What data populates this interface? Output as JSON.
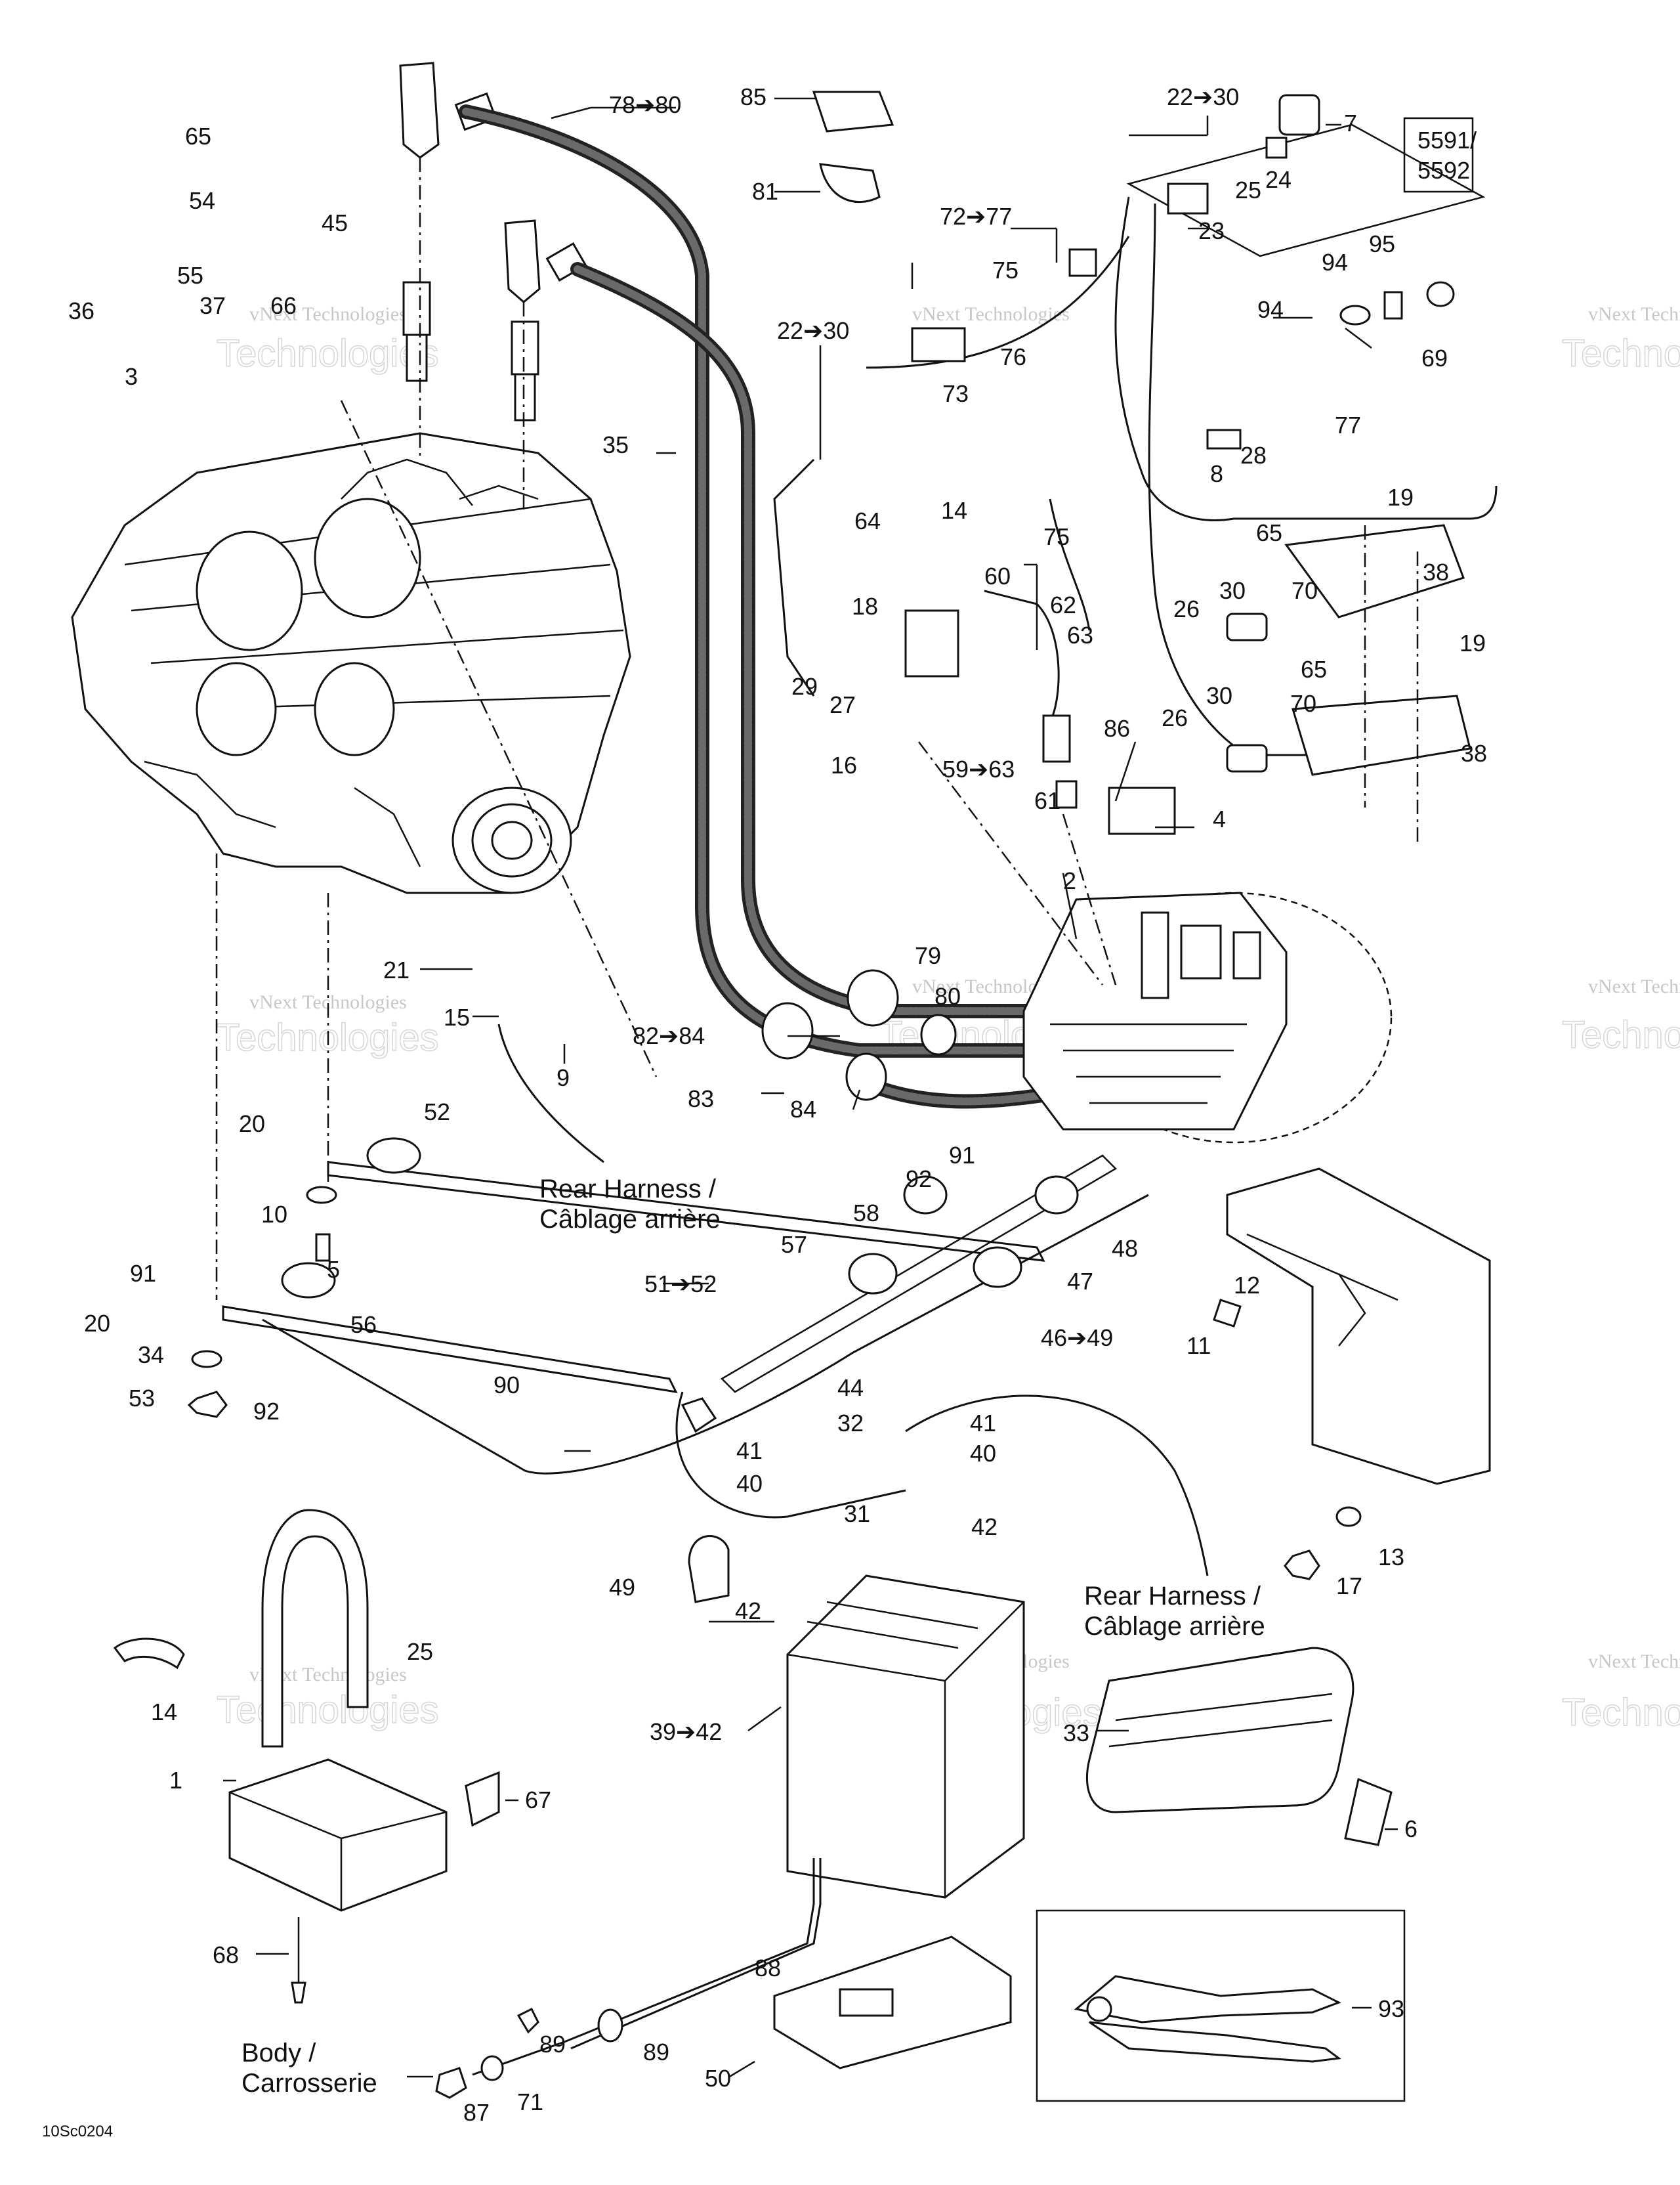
{
  "code_mark": "10Sc0204",
  "watermark": {
    "line1": "vNext Technologies",
    "line2": "Technologies"
  },
  "model_box": {
    "line1": "5591/",
    "line2": "5592"
  },
  "notes": {
    "rear_harness_1": {
      "line1": "Rear Harness /",
      "line2": "Câblage arrière"
    },
    "rear_harness_2": {
      "line1": "Rear Harness /",
      "line2": "Câblage arrière"
    },
    "body": {
      "line1": "Body /",
      "line2": "Carrosserie"
    }
  },
  "labels": {
    "l78_80": "78➔80",
    "l85": "85",
    "l22_30a": "22➔30",
    "l7": "7",
    "l81": "81",
    "l65a": "65",
    "l54": "54",
    "l45": "45",
    "l24": "24",
    "l25a": "25",
    "l23": "23",
    "l72_77": "72➔77",
    "l75a": "75",
    "l55": "55",
    "l37": "37",
    "l66": "66",
    "l36": "36",
    "l95": "95",
    "l94a": "94",
    "l94b": "94",
    "l69": "69",
    "l22_30b": "22➔30",
    "l76": "76",
    "l73": "73",
    "l3": "3",
    "l77": "77",
    "l35": "35",
    "l14a": "14",
    "l28": "28",
    "l8": "8",
    "l19a": "19",
    "l64": "64",
    "l75b": "75",
    "l65b": "65",
    "l60": "60",
    "l62": "62",
    "l30a": "30",
    "l70a": "70",
    "l38a": "38",
    "l18": "18",
    "l63": "63",
    "l26a": "26",
    "l19b": "19",
    "l29": "29",
    "l27": "27",
    "l65c": "65",
    "l30b": "30",
    "l70b": "70",
    "l86": "86",
    "l16": "16",
    "l26b": "26",
    "l38b": "38",
    "l59_63": "59➔63",
    "l61": "61",
    "l4": "4",
    "l2": "2",
    "l79": "79",
    "l21": "21",
    "l80": "80",
    "l15": "15",
    "l82_84": "82➔84",
    "l9": "9",
    "l83": "83",
    "l84": "84",
    "l52": "52",
    "l20a": "20",
    "l91a": "91",
    "l92a": "92",
    "l10": "10",
    "l58": "58",
    "l5": "5",
    "l57": "57",
    "l48": "48",
    "l51_52": "51➔52",
    "l47": "47",
    "l91b": "91",
    "l12": "12",
    "l20b": "20",
    "l56": "56",
    "l46_49": "46➔49",
    "l34": "34",
    "l11": "11",
    "l53": "53",
    "l92b": "92",
    "l90": "90",
    "l44": "44",
    "l32": "32",
    "l41a": "41",
    "l40a": "40",
    "l41b": "41",
    "l40b": "40",
    "l31": "31",
    "l42a": "42",
    "l13": "13",
    "l49": "49",
    "l42b": "42",
    "l17": "17",
    "l14b": "14",
    "l25b": "25",
    "l39_42": "39➔42",
    "l33": "33",
    "l1": "1",
    "l67": "67",
    "l6": "6",
    "l68": "68",
    "l88": "88",
    "l93": "93",
    "l89a": "89",
    "l89b": "89",
    "l50": "50",
    "l87": "87",
    "l71": "71"
  }
}
